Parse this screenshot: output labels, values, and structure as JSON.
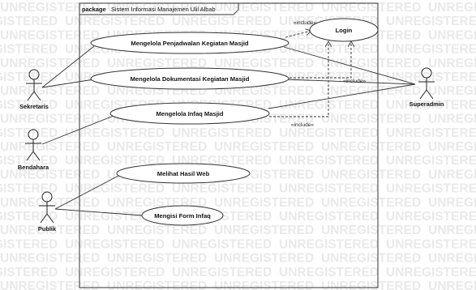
{
  "watermark": "UNREGISTERED",
  "package": {
    "keyword": "package",
    "name": "Sistem Informasi Manajemen Ulil Albab"
  },
  "actors": [
    {
      "id": "sekretaris",
      "label": "Sekretaris"
    },
    {
      "id": "bendahara",
      "label": "Bendahara"
    },
    {
      "id": "publik",
      "label": "Publik"
    },
    {
      "id": "superadmin",
      "label": "Superadmin"
    }
  ],
  "use_cases": [
    {
      "id": "penjadwalan",
      "label": "Mengelola Penjadwalan Kegiatan Masjid"
    },
    {
      "id": "dokumentasi",
      "label": "Mengelola Dokumentasi Kegiatan Masjid"
    },
    {
      "id": "infaq",
      "label": "Mengelola Infaq Masjid"
    },
    {
      "id": "hasil-web",
      "label": "Melihat Hasil Web"
    },
    {
      "id": "form-infaq",
      "label": "Mengisi Form Infaq"
    },
    {
      "id": "login",
      "label": "Login"
    }
  ],
  "associations": [
    {
      "from": "sekretaris",
      "to": "penjadwalan"
    },
    {
      "from": "sekretaris",
      "to": "dokumentasi"
    },
    {
      "from": "bendahara",
      "to": "infaq"
    },
    {
      "from": "publik",
      "to": "hasil-web"
    },
    {
      "from": "publik",
      "to": "form-infaq"
    },
    {
      "from": "superadmin",
      "to": "penjadwalan"
    },
    {
      "from": "superadmin",
      "to": "dokumentasi"
    },
    {
      "from": "superadmin",
      "to": "infaq"
    }
  ],
  "include_relations": [
    {
      "from": "penjadwalan",
      "to": "login",
      "label": "«include»"
    },
    {
      "from": "dokumentasi",
      "to": "login",
      "label": "«include»"
    },
    {
      "from": "infaq",
      "to": "login",
      "label": "«include»"
    }
  ]
}
